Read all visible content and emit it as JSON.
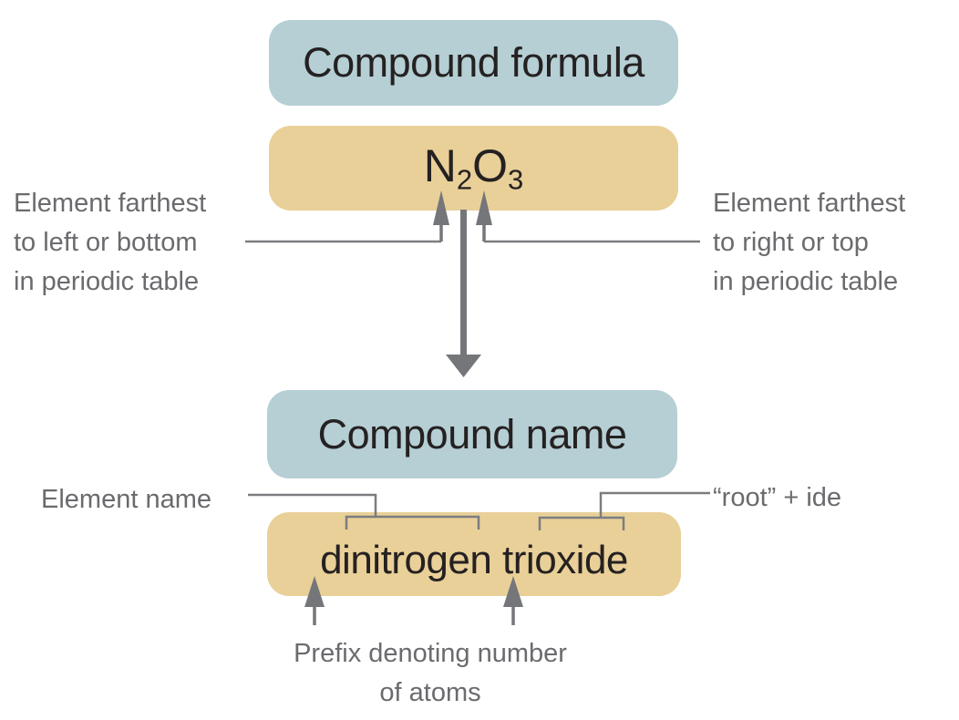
{
  "colors": {
    "box_header_fill": "#b5cfd4",
    "box_highlight_fill": "#e9d098",
    "annotation_gray": "#6a6b6e",
    "arrow_gray": "#74767a",
    "text_dark": "#252122"
  },
  "flow": {
    "compound_formula_label": "Compound formula",
    "formula": {
      "element1": "N",
      "subscript1": "2",
      "element2": "O",
      "subscript2": "3"
    },
    "compound_name_label": "Compound name",
    "name_label": "dinitrogen trioxide"
  },
  "annotations": {
    "left_element": "Element farthest\nto left or bottom\nin periodic table",
    "right_element": "Element farthest\nto right or top\nin periodic table",
    "element_name": "Element name",
    "root_ide": "“root” + ide",
    "prefix": "Prefix denoting number\nof atoms"
  }
}
